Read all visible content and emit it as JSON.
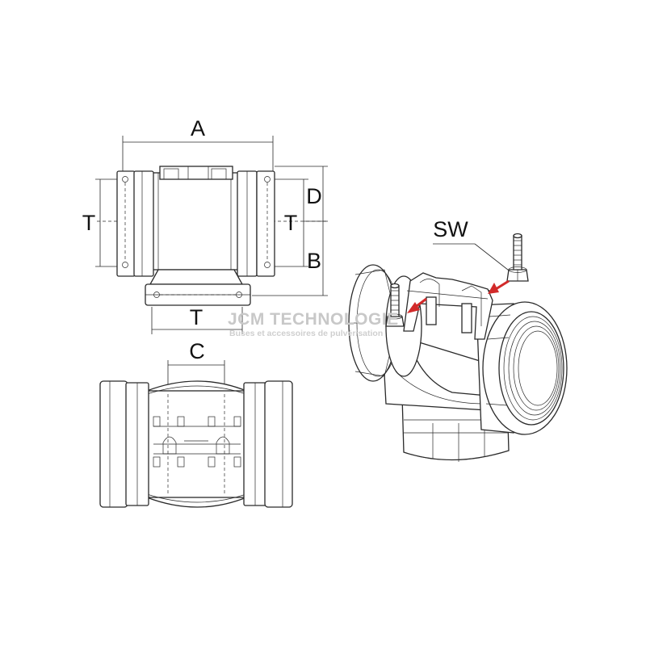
{
  "labels": {
    "A": "A",
    "D": "D",
    "B": "B",
    "C": "C",
    "T_left": "T",
    "T_center": "T",
    "T_bottom": "T",
    "SW": "SW"
  },
  "watermark": {
    "title": "JCM TECHNOLOGIE",
    "subtitle": "Buses et accessoires de pulvérisation"
  },
  "colors": {
    "line": "#2a2a2a",
    "arrow": "#d22a2a",
    "watermark": "#c8c8c8"
  }
}
